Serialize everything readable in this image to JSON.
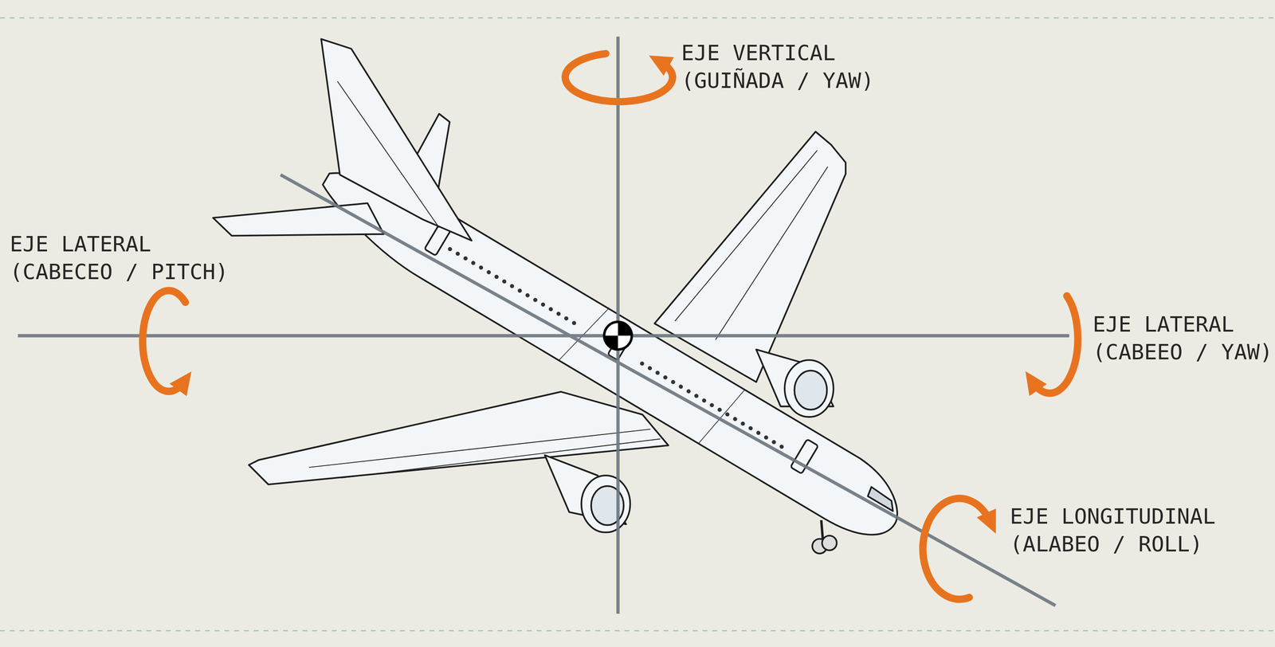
{
  "diagram": {
    "labels": [
      "EJE VERTICAL (GUIÑADA / YAW)",
      "EJE LATERAL (CABECEO / PITCH)",
      "EJE LATERAL (CABEEO / YAW)",
      "EJE LONGITUDINAL (ALABEO / ROLL)"
    ]
  }
}
